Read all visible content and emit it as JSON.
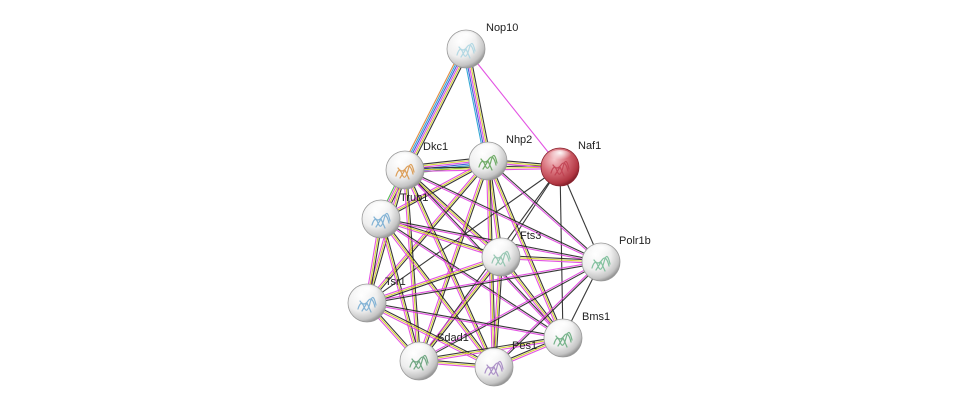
{
  "network": {
    "nodes": [
      {
        "id": "Nop10",
        "label": "Nop10",
        "query": false,
        "detail": "#a8d4e0"
      },
      {
        "id": "Naf1",
        "label": "Naf1",
        "query": true,
        "detail": "#c04050"
      },
      {
        "id": "Dkc1",
        "label": "Dkc1",
        "query": false,
        "detail": "#d89040"
      },
      {
        "id": "Nhp2",
        "label": "Nhp2",
        "query": false,
        "detail": "#5aa050"
      },
      {
        "id": "Trub1",
        "label": "Trub1",
        "query": false,
        "detail": "#70a8d0"
      },
      {
        "id": "Fts3",
        "label": "Fts3",
        "query": false,
        "detail": "#88c0a8"
      },
      {
        "id": "Polr1b",
        "label": "Polr1b",
        "query": false,
        "detail": "#70b890"
      },
      {
        "id": "Tsr1",
        "label": "Tsr1",
        "query": false,
        "detail": "#70a8d0"
      },
      {
        "id": "Bms1",
        "label": "Bms1",
        "query": false,
        "detail": "#60a878"
      },
      {
        "id": "Sdad1",
        "label": "Sdad1",
        "query": false,
        "detail": "#5a9a70"
      },
      {
        "id": "Pes1",
        "label": "Pes1",
        "query": false,
        "detail": "#a080c0"
      }
    ],
    "edges": [
      {
        "a": "Nop10",
        "b": "Dkc1",
        "colors": [
          "#222222",
          "#d0d020",
          "#e040e0",
          "#3050d0",
          "#20a0d0",
          "#e08030"
        ]
      },
      {
        "a": "Nop10",
        "b": "Nhp2",
        "colors": [
          "#222222",
          "#d0d020",
          "#e040e0",
          "#3050d0",
          "#20a0d0"
        ]
      },
      {
        "a": "Nop10",
        "b": "Naf1",
        "colors": [
          "#e040e0"
        ]
      },
      {
        "a": "Dkc1",
        "b": "Nhp2",
        "colors": [
          "#222222",
          "#d0d020",
          "#e040e0",
          "#3050d0",
          "#20a0d0",
          "#40b040"
        ]
      },
      {
        "a": "Dkc1",
        "b": "Naf1",
        "colors": [
          "#222222",
          "#d0d020",
          "#e040e0"
        ]
      },
      {
        "a": "Nhp2",
        "b": "Naf1",
        "colors": [
          "#222222",
          "#d0d020",
          "#e040e0"
        ]
      },
      {
        "a": "Dkc1",
        "b": "Trub1",
        "colors": [
          "#222222",
          "#d0d020",
          "#e040e0",
          "#40b040"
        ]
      },
      {
        "a": "Nhp2",
        "b": "Trub1",
        "colors": [
          "#222222",
          "#d0d020",
          "#e040e0"
        ]
      },
      {
        "a": "Dkc1",
        "b": "Fts3",
        "colors": [
          "#222222",
          "#d0d020",
          "#e040e0"
        ]
      },
      {
        "a": "Nhp2",
        "b": "Fts3",
        "colors": [
          "#222222",
          "#d0d020",
          "#e040e0"
        ]
      },
      {
        "a": "Naf1",
        "b": "Fts3",
        "colors": [
          "#222222"
        ]
      },
      {
        "a": "Naf1",
        "b": "Polr1b",
        "colors": [
          "#222222"
        ]
      },
      {
        "a": "Naf1",
        "b": "Bms1",
        "colors": [
          "#222222"
        ]
      },
      {
        "a": "Naf1",
        "b": "Tsr1",
        "colors": [
          "#222222"
        ]
      },
      {
        "a": "Naf1",
        "b": "Sdad1",
        "colors": [
          "#222222"
        ]
      },
      {
        "a": "Nhp2",
        "b": "Polr1b",
        "colors": [
          "#222222",
          "#e040e0"
        ]
      },
      {
        "a": "Nhp2",
        "b": "Tsr1",
        "colors": [
          "#222222",
          "#d0d020",
          "#e040e0"
        ]
      },
      {
        "a": "Nhp2",
        "b": "Sdad1",
        "colors": [
          "#222222",
          "#d0d020",
          "#e040e0"
        ]
      },
      {
        "a": "Nhp2",
        "b": "Pes1",
        "colors": [
          "#222222",
          "#d0d020",
          "#e040e0"
        ]
      },
      {
        "a": "Nhp2",
        "b": "Bms1",
        "colors": [
          "#222222",
          "#d0d020",
          "#e040e0"
        ]
      },
      {
        "a": "Dkc1",
        "b": "Tsr1",
        "colors": [
          "#222222",
          "#d0d020",
          "#e040e0"
        ]
      },
      {
        "a": "Dkc1",
        "b": "Sdad1",
        "colors": [
          "#222222",
          "#d0d020",
          "#e040e0"
        ]
      },
      {
        "a": "Dkc1",
        "b": "Pes1",
        "colors": [
          "#222222",
          "#d0d020",
          "#e040e0"
        ]
      },
      {
        "a": "Dkc1",
        "b": "Bms1",
        "colors": [
          "#222222",
          "#e040e0"
        ]
      },
      {
        "a": "Dkc1",
        "b": "Polr1b",
        "colors": [
          "#222222",
          "#e040e0"
        ]
      },
      {
        "a": "Trub1",
        "b": "Fts3",
        "colors": [
          "#222222",
          "#d0d020",
          "#e040e0"
        ]
      },
      {
        "a": "Trub1",
        "b": "Tsr1",
        "colors": [
          "#222222",
          "#d0d020",
          "#e040e0"
        ]
      },
      {
        "a": "Trub1",
        "b": "Sdad1",
        "colors": [
          "#222222",
          "#d0d020",
          "#e040e0"
        ]
      },
      {
        "a": "Trub1",
        "b": "Pes1",
        "colors": [
          "#222222",
          "#d0d020",
          "#e040e0"
        ]
      },
      {
        "a": "Trub1",
        "b": "Bms1",
        "colors": [
          "#222222",
          "#e040e0"
        ]
      },
      {
        "a": "Trub1",
        "b": "Polr1b",
        "colors": [
          "#222222",
          "#e040e0"
        ]
      },
      {
        "a": "Fts3",
        "b": "Polr1b",
        "colors": [
          "#222222",
          "#d0d020",
          "#e040e0"
        ]
      },
      {
        "a": "Fts3",
        "b": "Tsr1",
        "colors": [
          "#222222",
          "#d0d020",
          "#e040e0"
        ]
      },
      {
        "a": "Fts3",
        "b": "Sdad1",
        "colors": [
          "#222222",
          "#d0d020",
          "#e040e0"
        ]
      },
      {
        "a": "Fts3",
        "b": "Pes1",
        "colors": [
          "#222222",
          "#d0d020",
          "#e040e0"
        ]
      },
      {
        "a": "Fts3",
        "b": "Bms1",
        "colors": [
          "#222222",
          "#d0d020",
          "#e040e0"
        ]
      },
      {
        "a": "Polr1b",
        "b": "Bms1",
        "colors": [
          "#222222"
        ]
      },
      {
        "a": "Polr1b",
        "b": "Pes1",
        "colors": [
          "#222222",
          "#e040e0"
        ]
      },
      {
        "a": "Polr1b",
        "b": "Sdad1",
        "colors": [
          "#222222",
          "#e040e0"
        ]
      },
      {
        "a": "Polr1b",
        "b": "Tsr1",
        "colors": [
          "#222222",
          "#e040e0"
        ]
      },
      {
        "a": "Tsr1",
        "b": "Sdad1",
        "colors": [
          "#222222",
          "#d0d020",
          "#e040e0"
        ]
      },
      {
        "a": "Tsr1",
        "b": "Pes1",
        "colors": [
          "#222222",
          "#d0d020",
          "#e040e0"
        ]
      },
      {
        "a": "Tsr1",
        "b": "Bms1",
        "colors": [
          "#222222",
          "#e040e0"
        ]
      },
      {
        "a": "Sdad1",
        "b": "Pes1",
        "colors": [
          "#222222",
          "#d0d020",
          "#e040e0"
        ]
      },
      {
        "a": "Sdad1",
        "b": "Bms1",
        "colors": [
          "#222222",
          "#d0d020",
          "#e040e0"
        ]
      },
      {
        "a": "Pes1",
        "b": "Bms1",
        "colors": [
          "#222222",
          "#d0d020",
          "#e040e0"
        ]
      }
    ]
  }
}
